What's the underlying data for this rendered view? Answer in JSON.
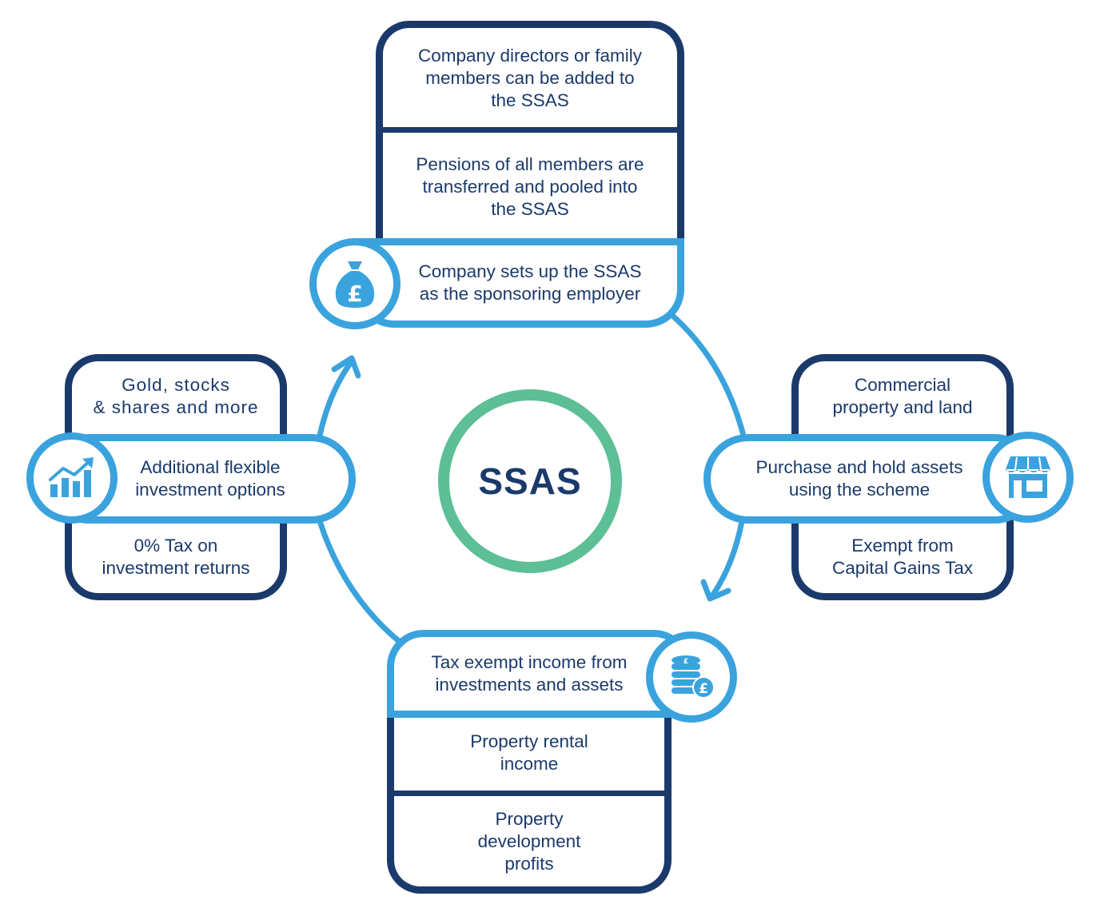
{
  "center": {
    "label": "SSAS"
  },
  "top": {
    "items": [
      "Company directors or family\nmembers can be added to\nthe SSAS",
      "Pensions of all members are\ntransferred and pooled into\nthe SSAS"
    ],
    "main": "Company sets up the SSAS\nas the sponsoring employer",
    "icon": "money-bag-pound-icon"
  },
  "right": {
    "top": "Commercial\nproperty and land",
    "main": "Purchase and hold assets\nusing the scheme",
    "bottom": "Exempt from\nCapital Gains Tax",
    "icon": "shop-storefront-icon"
  },
  "bottom": {
    "main": "Tax exempt income from\ninvestments and assets",
    "items": [
      "Property rental\nincome",
      "Property\ndevelopment\nprofits"
    ],
    "icon": "coins-pound-icon"
  },
  "left": {
    "top": "Gold, stocks\n& shares and more",
    "main": "Additional flexible\ninvestment options",
    "bottom": "0% Tax on\ninvestment returns",
    "icon": "growth-chart-icon"
  },
  "colors": {
    "navy": "#1b3a6b",
    "blue": "#3aa3de",
    "green": "#5cbf96"
  }
}
